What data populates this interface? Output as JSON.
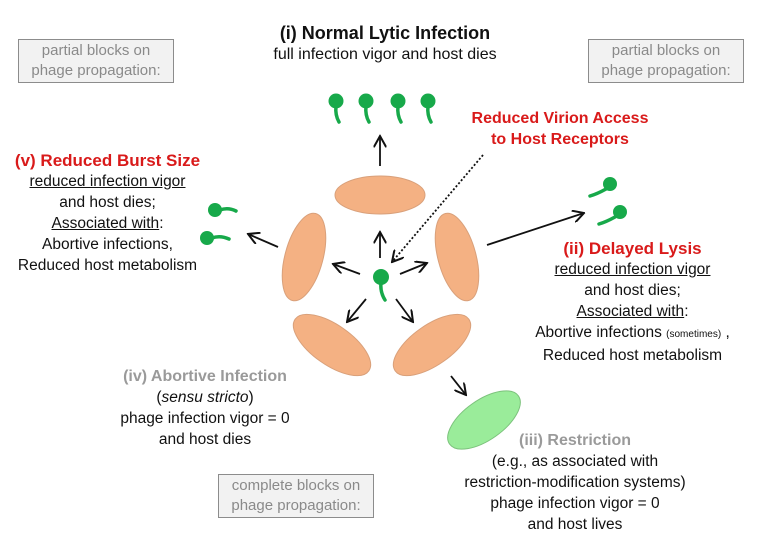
{
  "colors": {
    "host_cell": "#f4b183",
    "restricted_cell": "#9aec9a",
    "phage": "#17a94a",
    "red_title": "#d91a1a",
    "gray_title": "#9a9a9a"
  },
  "boxes": {
    "partial_left": [
      "partial blocks on",
      "phage propagation:"
    ],
    "partial_right": [
      "partial blocks on",
      "phage propagation:"
    ],
    "complete": [
      "complete blocks on",
      "phage propagation:"
    ]
  },
  "normal_lytic": {
    "title": "(i) Normal Lytic Infection",
    "subtitle": "full infection vigor and host dies"
  },
  "reduced_access": {
    "title_line1": "Reduced Virion Access",
    "title_line2": "to Host Receptors"
  },
  "reduced_burst": {
    "title": "(v) Reduced Burst Size",
    "line1": "reduced infection vigor",
    "line2": "and host dies;",
    "line3_underlined": "Associated with",
    "line3_suffix": ":",
    "line4": "Abortive infections,",
    "line5": "Reduced host metabolism"
  },
  "delayed_lysis": {
    "title": "(ii) Delayed Lysis",
    "line1": "reduced infection vigor",
    "line2": "and host dies;",
    "line3_underlined": "Associated with",
    "line3_suffix": ":",
    "line4": "Abortive infections ",
    "line4_small": "(sometimes)",
    "line4_suffix": " ,",
    "line5": "Reduced host metabolism"
  },
  "abortive": {
    "title": "(iv) Abortive Infection",
    "line1_open": "(",
    "line1_italic": "sensu stricto",
    "line1_close": ")",
    "line2": "phage infection vigor = 0",
    "line3": "and host dies"
  },
  "restriction": {
    "title": "(iii) Restriction",
    "line1": "(e.g., as associated with",
    "line2": "restriction-modification systems)",
    "line3": "phage infection vigor = 0",
    "line4": "and host lives"
  }
}
